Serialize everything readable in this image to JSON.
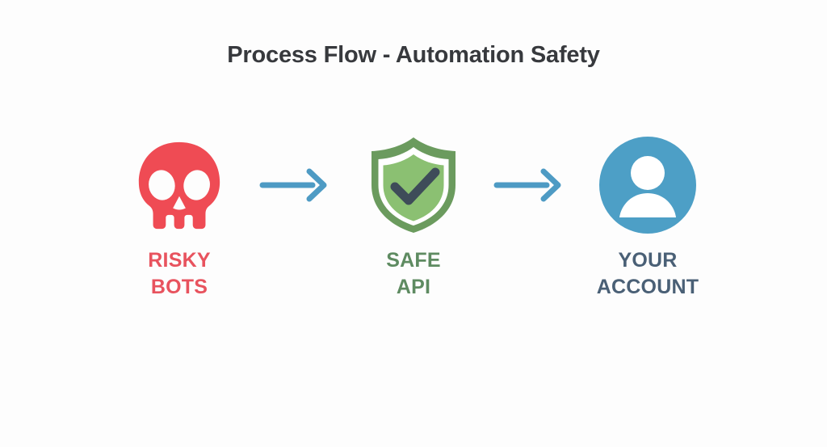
{
  "header": {
    "title": "Process Flow - Automation Safety"
  },
  "colors": {
    "background": "#fdfdfd",
    "title_text": "#37393d",
    "risk_red": "#ef4b54",
    "risk_label_red": "#e8535e",
    "shield_border_green": "#6b9b5e",
    "shield_fill_green": "#8bc072",
    "shield_ring_white": "#ffffff",
    "check_slate": "#3e4c59",
    "safe_label_green": "#5e8b61",
    "avatar_blue": "#4d9fc6",
    "avatar_person_white": "#ffffff",
    "account_label_slate": "#4a6076",
    "arrow_blue": "#4e9bc4"
  },
  "flow": {
    "nodes": [
      {
        "id": "risky-bots",
        "icon": "skull-icon",
        "label_lines": [
          "RISKY",
          "BOTS"
        ],
        "label_color": "#e8535e"
      },
      {
        "id": "safe-api",
        "icon": "shield-check-icon",
        "label_lines": [
          "SAFE",
          "API"
        ],
        "label_color": "#5e8b61"
      },
      {
        "id": "your-account",
        "icon": "user-avatar-icon",
        "label_lines": [
          "YOUR",
          "ACCOUNT"
        ],
        "label_color": "#4a6076"
      }
    ],
    "arrows": [
      {
        "id": "arrow-1",
        "icon": "arrow-right-icon",
        "from": "risky-bots",
        "to": "safe-api"
      },
      {
        "id": "arrow-2",
        "icon": "arrow-right-icon",
        "from": "safe-api",
        "to": "your-account"
      }
    ]
  }
}
